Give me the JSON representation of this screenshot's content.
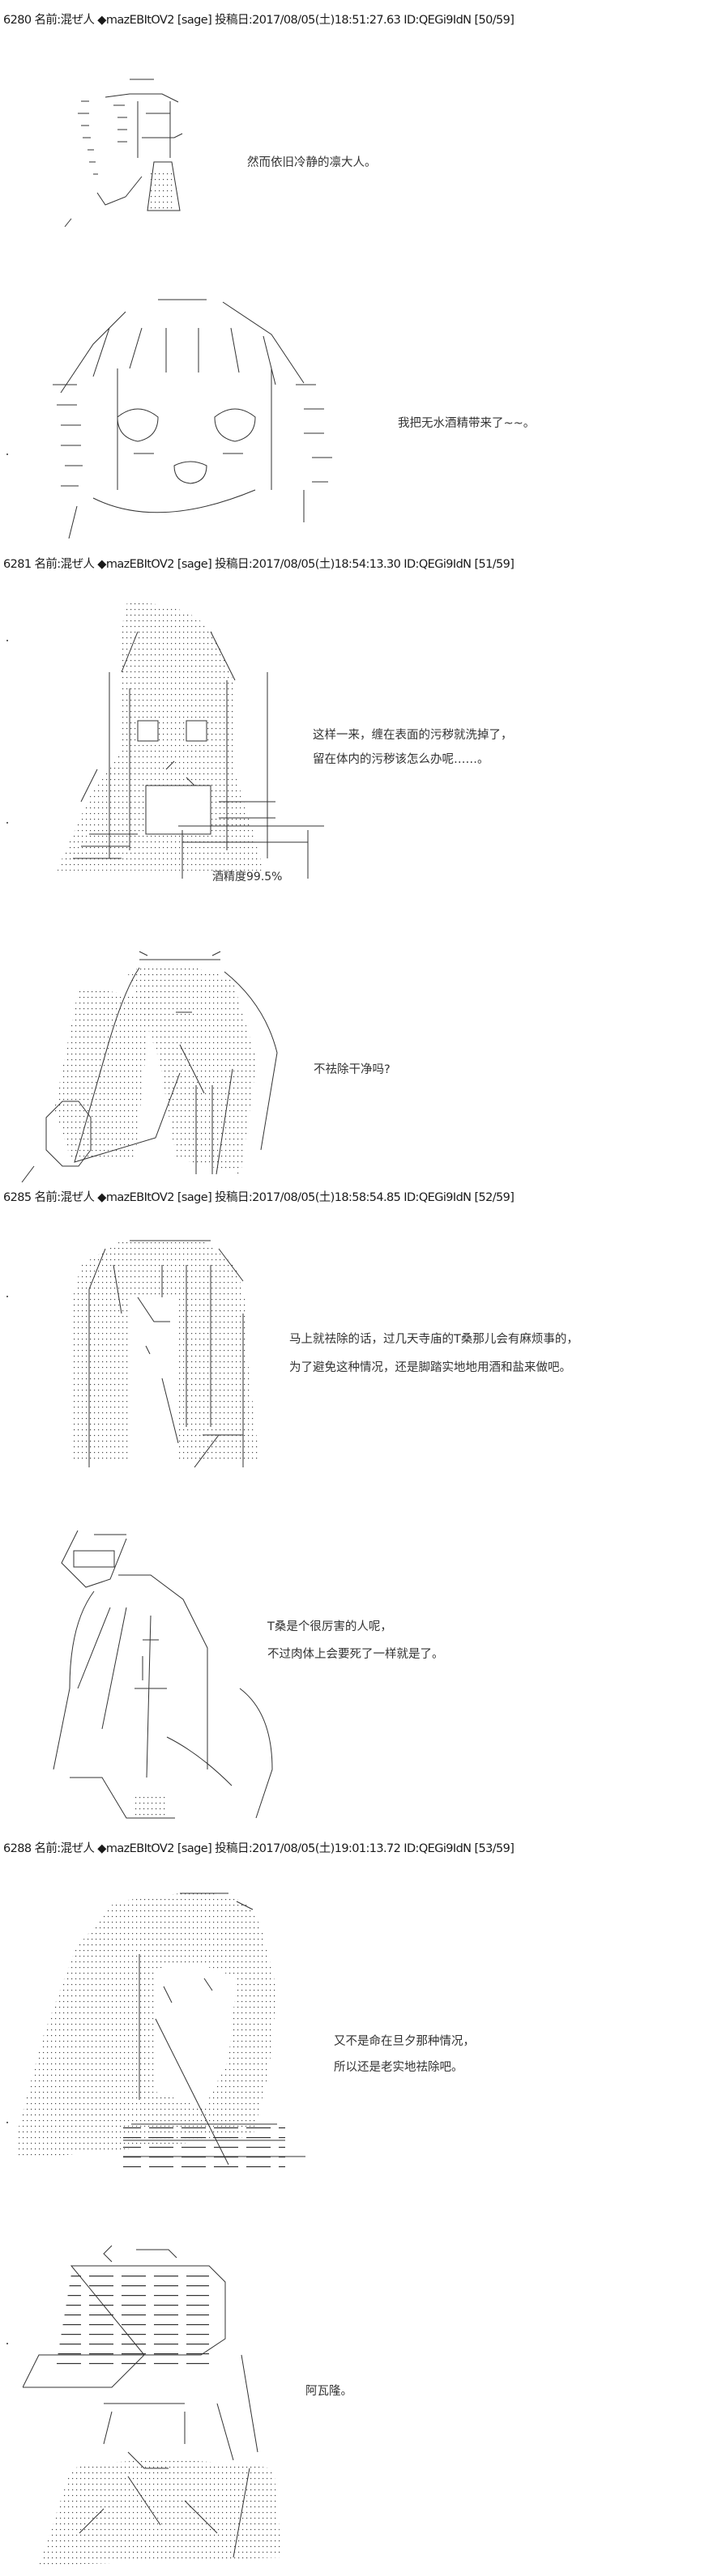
{
  "posts": [
    {
      "header": "6280 名前:混ぜ人 ◆mazEBItOV2 [sage] 投稿日:2017/08/05(土)18:51:27.63 ID:QEGi9IdN [50/59]",
      "lines": [
        "然而依旧冷静的凛大人。",
        "我把无水酒精带来了~~。"
      ]
    },
    {
      "header": "6281 名前:混ぜ人 ◆mazEBItOV2 [sage] 投稿日:2017/08/05(土)18:54:13.30 ID:QEGi9IdN [51/59]",
      "lines": [
        "这样一来，缠在表面的污秽就洗掉了，",
        "留在体内的污秽该怎么办呢……。",
        "不祛除干净吗?"
      ],
      "art_label": "酒精度99.5%"
    },
    {
      "header": "6285 名前:混ぜ人 ◆mazEBItOV2 [sage] 投稿日:2017/08/05(土)18:58:54.85 ID:QEGi9IdN [52/59]",
      "lines": [
        "马上就祛除的话，过几天寺庙的T桑那儿会有麻烦事的，",
        "为了避免这种情况，还是脚踏实地地用酒和盐来做吧。",
        "T桑是个很厉害的人呢，",
        "不过肉体上会要死了一样就是了。"
      ]
    },
    {
      "header": "6288 名前:混ぜ人 ◆mazEBItOV2 [sage] 投稿日:2017/08/05(土)19:01:13.72 ID:QEGi9IdN [53/59]",
      "lines": [
        "又不是命在旦夕那种情况，",
        "所以还是老实地祛除吧。",
        "阿瓦隆。"
      ]
    }
  ]
}
